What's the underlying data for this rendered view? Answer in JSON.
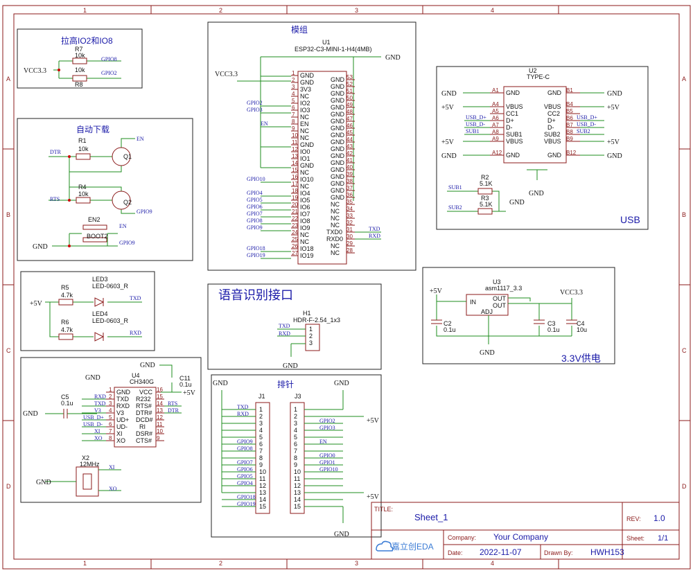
{
  "border": {
    "cols": [
      "1",
      "2",
      "3",
      "4"
    ],
    "rows": [
      "A",
      "B",
      "C",
      "D"
    ]
  },
  "sections": {
    "pullup": "拉高IO2和IO8",
    "autodl": "自动下载",
    "module": "模组",
    "usb": "USB",
    "voice": "语音识别接口",
    "power": "3.3V供电",
    "header": "排针"
  },
  "nets": {
    "vcc33": "VCC3.3",
    "gnd": "GND",
    "p5v": "+5V",
    "gpio8": "GPIO8",
    "gpio2": "GPIO2",
    "gpio9": "GPIO9",
    "en": "EN",
    "dtr": "DTR",
    "rts": "RTS",
    "txd": "TXD",
    "rxd": "RXD",
    "usbdp": "USB_D+",
    "usbdm": "USB_D-",
    "sub1": "SUB1",
    "sub2": "SUB2",
    "v3": "V3",
    "xi": "XI",
    "xo": "XO"
  },
  "parts": {
    "r7": {
      "ref": "R7",
      "val": "10k"
    },
    "r8": {
      "ref": "R8",
      "val": "10k"
    },
    "r1": {
      "ref": "R1",
      "val": "10k"
    },
    "r4": {
      "ref": "R4",
      "val": "10k"
    },
    "q1": "Q1",
    "q2": "Q2",
    "en2": "EN2",
    "boot2": "BOOT2",
    "u1": {
      "ref": "U1",
      "val": "ESP32-C3-MINI-1-H4(4MB)"
    },
    "u2": {
      "ref": "U2",
      "val": "TYPE-C"
    },
    "r2": {
      "ref": "R2",
      "val": "5.1K"
    },
    "r3": {
      "ref": "R3",
      "val": "5.1K"
    },
    "led3": {
      "ref": "LED3",
      "val": "LED-0603_R"
    },
    "led4": {
      "ref": "LED4",
      "val": "LED-0603_R"
    },
    "r5": {
      "ref": "R5",
      "val": "4.7k"
    },
    "r6": {
      "ref": "R6",
      "val": "4.7k"
    },
    "h1": {
      "ref": "H1",
      "val": "HDR-F-2.54_1x3"
    },
    "u3": {
      "ref": "U3",
      "val": "asm1117_3.3",
      "in": "IN",
      "out": "OUT",
      "adj": "ADJ"
    },
    "c2": {
      "ref": "C2",
      "val": "0.1u"
    },
    "c3": {
      "ref": "C3",
      "val": "0.1u"
    },
    "c4": {
      "ref": "C4",
      "val": "10u"
    },
    "u4": {
      "ref": "U4",
      "val": "CH340G"
    },
    "c5": {
      "ref": "C5",
      "val": "0.1u"
    },
    "c11": {
      "ref": "C11",
      "val": "0.1u"
    },
    "x2": {
      "ref": "X2",
      "val": "12MHz"
    },
    "j1": "J1",
    "j3": "J3"
  },
  "u1_left": [
    {
      "n": "1",
      "s": "GND",
      "net": ""
    },
    {
      "n": "2",
      "s": "GND",
      "net": ""
    },
    {
      "n": "3",
      "s": "3V3",
      "net": ""
    },
    {
      "n": "4",
      "s": "NC",
      "net": ""
    },
    {
      "n": "5",
      "s": "IO2",
      "net": "GPIO2"
    },
    {
      "n": "6",
      "s": "IO3",
      "net": "GPIO3"
    },
    {
      "n": "7",
      "s": "NC",
      "net": ""
    },
    {
      "n": "8",
      "s": "EN",
      "net": "EN"
    },
    {
      "n": "9",
      "s": "NC",
      "net": ""
    },
    {
      "n": "10",
      "s": "NC",
      "net": ""
    },
    {
      "n": "11",
      "s": "GND",
      "net": ""
    },
    {
      "n": "12",
      "s": "IO0",
      "net": ""
    },
    {
      "n": "13",
      "s": "IO1",
      "net": ""
    },
    {
      "n": "14",
      "s": "GND",
      "net": ""
    },
    {
      "n": "15",
      "s": "NC",
      "net": ""
    },
    {
      "n": "16",
      "s": "IO10",
      "net": "GPIO10"
    },
    {
      "n": "17",
      "s": "NC",
      "net": ""
    },
    {
      "n": "18",
      "s": "IO4",
      "net": "GPIO4"
    },
    {
      "n": "19",
      "s": "IO5",
      "net": "GPIO5"
    },
    {
      "n": "20",
      "s": "IO6",
      "net": "GPIO6"
    },
    {
      "n": "21",
      "s": "IO7",
      "net": "GPIO7"
    },
    {
      "n": "22",
      "s": "IO8",
      "net": "GPIO8"
    },
    {
      "n": "23",
      "s": "IO9",
      "net": "GPIO9"
    },
    {
      "n": "24",
      "s": "NC",
      "net": ""
    },
    {
      "n": "25",
      "s": "NC",
      "net": ""
    },
    {
      "n": "26",
      "s": "IO18",
      "net": "GPIO18"
    },
    {
      "n": "27",
      "s": "IO19",
      "net": "GPIO19"
    }
  ],
  "u1_right": [
    {
      "n": "53",
      "s": "GND",
      "net": ""
    },
    {
      "n": "52",
      "s": "GND",
      "net": ""
    },
    {
      "n": "51",
      "s": "GND",
      "net": ""
    },
    {
      "n": "50",
      "s": "GND",
      "net": ""
    },
    {
      "n": "49",
      "s": "GND",
      "net": ""
    },
    {
      "n": "48",
      "s": "GND",
      "net": ""
    },
    {
      "n": "47",
      "s": "GND",
      "net": ""
    },
    {
      "n": "46",
      "s": "GND",
      "net": ""
    },
    {
      "n": "45",
      "s": "GND",
      "net": ""
    },
    {
      "n": "44",
      "s": "GND",
      "net": ""
    },
    {
      "n": "43",
      "s": "GND",
      "net": ""
    },
    {
      "n": "42",
      "s": "GND",
      "net": ""
    },
    {
      "n": "41",
      "s": "GND",
      "net": ""
    },
    {
      "n": "40",
      "s": "GND",
      "net": ""
    },
    {
      "n": "39",
      "s": "GND",
      "net": ""
    },
    {
      "n": "38",
      "s": "GND",
      "net": ""
    },
    {
      "n": "37",
      "s": "GND",
      "net": ""
    },
    {
      "n": "36",
      "s": "GND",
      "net": ""
    },
    {
      "n": "35",
      "s": "NC",
      "net": ""
    },
    {
      "n": "34",
      "s": "NC",
      "net": ""
    },
    {
      "n": "33",
      "s": "NC",
      "net": ""
    },
    {
      "n": "32",
      "s": "NC",
      "net": ""
    },
    {
      "n": "31",
      "s": "TXD0",
      "net": "TXD"
    },
    {
      "n": "30",
      "s": "RXD0",
      "net": "RXD"
    },
    {
      "n": "29",
      "s": "NC",
      "net": ""
    },
    {
      "n": "28",
      "s": "NC",
      "net": ""
    }
  ],
  "u2_left": [
    {
      "n": "A1",
      "s": "GND",
      "ext": "GND"
    },
    {
      "n": "A4",
      "s": "VBUS",
      "ext": "+5V"
    },
    {
      "n": "A5",
      "s": "CC1",
      "ext": ""
    },
    {
      "n": "A6",
      "s": "D+",
      "ext": "USB_D+"
    },
    {
      "n": "A7",
      "s": "D-",
      "ext": "USB_D-"
    },
    {
      "n": "A8",
      "s": "SUB1",
      "ext": "SUB1"
    },
    {
      "n": "A9",
      "s": "VBUS",
      "ext": "+5V"
    },
    {
      "n": "A12",
      "s": "GND",
      "ext": "GND"
    }
  ],
  "u2_right": [
    {
      "n": "B1",
      "s": "GND",
      "ext": "GND"
    },
    {
      "n": "B4",
      "s": "VBUS",
      "ext": "+5V"
    },
    {
      "n": "B5",
      "s": "CC2",
      "ext": ""
    },
    {
      "n": "B6",
      "s": "D+",
      "ext": "USB_D+"
    },
    {
      "n": "B7",
      "s": "D-",
      "ext": "USB_D-"
    },
    {
      "n": "B8",
      "s": "SUB2",
      "ext": "SUB2"
    },
    {
      "n": "B9",
      "s": "VBUS",
      "ext": "+5V"
    },
    {
      "n": "B12",
      "s": "GND",
      "ext": "GND"
    }
  ],
  "u4_left": [
    {
      "n": "1",
      "s": "GND",
      "net": ""
    },
    {
      "n": "2",
      "s": "TXD",
      "net": "RXD"
    },
    {
      "n": "3",
      "s": "RXD",
      "net": "TXD"
    },
    {
      "n": "4",
      "s": "V3",
      "net": "V3"
    },
    {
      "n": "5",
      "s": "UD+",
      "net": "USB_D+"
    },
    {
      "n": "6",
      "s": "UD-",
      "net": "USB_D-"
    },
    {
      "n": "7",
      "s": "XI",
      "net": "XI"
    },
    {
      "n": "8",
      "s": "XO",
      "net": "XO"
    }
  ],
  "u4_right": [
    {
      "n": "16",
      "s": "VCC",
      "net": ""
    },
    {
      "n": "15",
      "s": "R232",
      "net": ""
    },
    {
      "n": "14",
      "s": "RTS#",
      "net": "RTS"
    },
    {
      "n": "13",
      "s": "DTR#",
      "net": "DTR"
    },
    {
      "n": "12",
      "s": "DCD#",
      "net": ""
    },
    {
      "n": "11",
      "s": "RI",
      "net": ""
    },
    {
      "n": "10",
      "s": "DSR#",
      "net": ""
    },
    {
      "n": "9",
      "s": "CTS#",
      "net": ""
    }
  ],
  "h1_pins": [
    "1",
    "2",
    "3"
  ],
  "j1_nets": [
    "",
    "TXD",
    "RXD",
    "",
    "",
    "",
    "GPIO9",
    "GPIO8",
    "",
    "GPIO7",
    "GPIO6",
    "GPIO5",
    "GPIO4",
    "",
    "GPIO18",
    "GPIO19"
  ],
  "j3_nets": [
    "",
    "",
    "",
    "GPIO2",
    "GPIO3",
    "",
    "EN",
    "",
    "GPIO0",
    "GPIO1",
    "GPIO10",
    "",
    "",
    "",
    "",
    ""
  ],
  "titleblock": {
    "title_label": "TITLE:",
    "title": "Sheet_1",
    "rev_label": "REV:",
    "rev": "1.0",
    "company_label": "Company:",
    "company": "Your Company",
    "sheet_label": "Sheet:",
    "sheet": "1/1",
    "date_label": "Date:",
    "date": "2022-11-07",
    "drawn_label": "Drawn By:",
    "drawn": "HWH153",
    "logo": "嘉立创EDA"
  }
}
